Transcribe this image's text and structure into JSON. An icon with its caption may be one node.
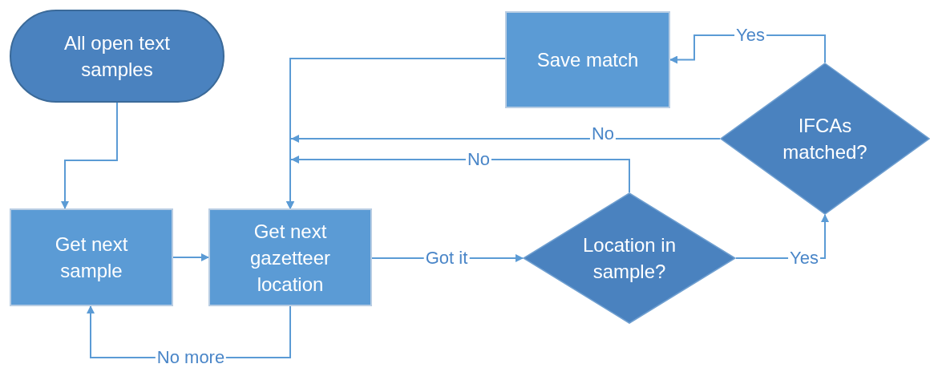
{
  "diagram": {
    "nodes": [
      {
        "text": [
          "All open text samples"
        ]
      },
      {
        "text": [
          "Get next sample"
        ]
      },
      {
        "text": [
          "Get next gazetteer location"
        ]
      },
      {
        "text": [
          "Location in sample?"
        ]
      },
      {
        "text": [
          "IFCAs matched?"
        ]
      },
      {
        "text": [
          "Save match"
        ]
      }
    ],
    "edges": [
      {
        "from": 0,
        "to": 1,
        "arrow": "to"
      },
      {
        "from": 1,
        "to": 2,
        "arrow": "to"
      },
      {
        "from": 2,
        "to": 3,
        "arrow": "to",
        "label": "Got it"
      },
      {
        "from": 2,
        "to": 1,
        "arrow": "to",
        "label": "No more"
      },
      {
        "from": 3,
        "to": 4,
        "arrow": "to",
        "label": "Yes"
      },
      {
        "from": 3,
        "to": 2,
        "arrow": "to",
        "label": "No"
      },
      {
        "from": 4,
        "to": 2,
        "arrow": "to",
        "label": "No"
      },
      {
        "from": 4,
        "to": 5,
        "arrow": "to",
        "label": "Yes"
      },
      {
        "from": 5,
        "to": 2,
        "arrow": "to"
      }
    ]
  }
}
